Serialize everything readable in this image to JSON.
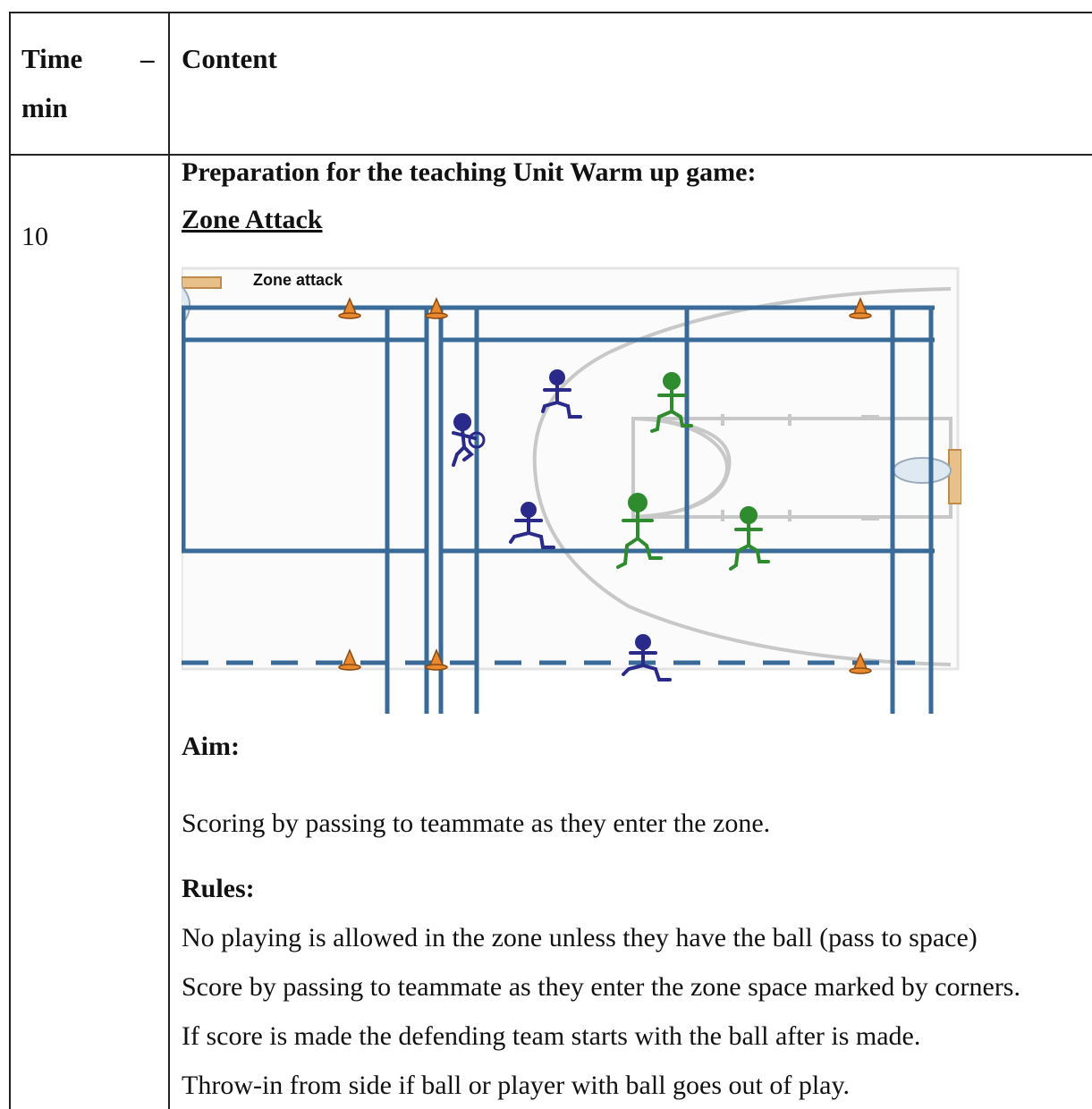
{
  "table": {
    "header": {
      "time_word": "Time",
      "time_dash": "–",
      "time_unit": "min",
      "content": "Content"
    },
    "row": {
      "time": "10",
      "title": "Preparation for the teaching Unit Warm up game:",
      "subtitle": "Zone Attack",
      "diagram": {
        "caption": "Zone attack",
        "colors": {
          "court_lines": "#3a6a98",
          "court_markings": "#c8c8c8",
          "cone": "#e8892f",
          "team_a": "#2a2a8a",
          "team_b": "#2e8b2e",
          "basket": "#e0b07a"
        }
      },
      "aim_heading": "Aim:",
      "aim_text": "Scoring by passing to teammate as they enter the zone.",
      "rules_heading": "Rules:",
      "rules": [
        "No playing is allowed in the zone unless they have the ball (pass to space)",
        "Score by passing to teammate as they enter the zone space marked by corners.",
        "If score is made the defending team starts with the ball after is made.",
        "Throw-in from side if ball or player with ball goes out of play."
      ]
    }
  }
}
